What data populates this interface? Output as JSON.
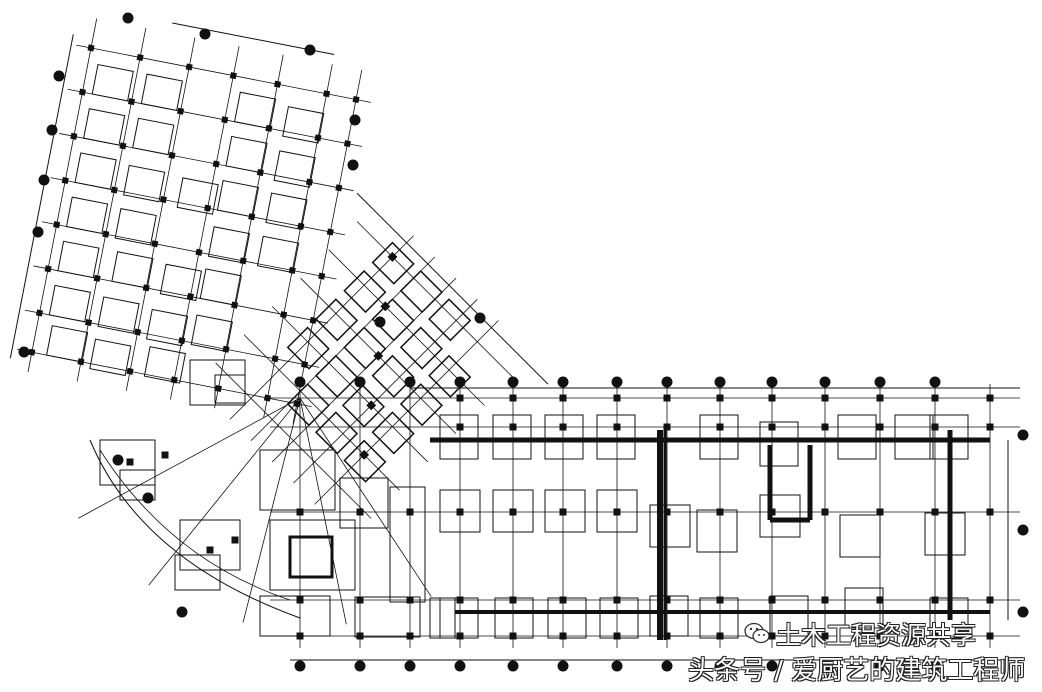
{
  "drawing": {
    "kind": "structural-foundation-plan",
    "line_color": "#111111",
    "background": "#ffffff"
  },
  "watermark": {
    "line1": "土木工程资源共享",
    "line2": "头条号 / 爱厨艺的建筑工程师",
    "icon": "wechat-icon"
  }
}
